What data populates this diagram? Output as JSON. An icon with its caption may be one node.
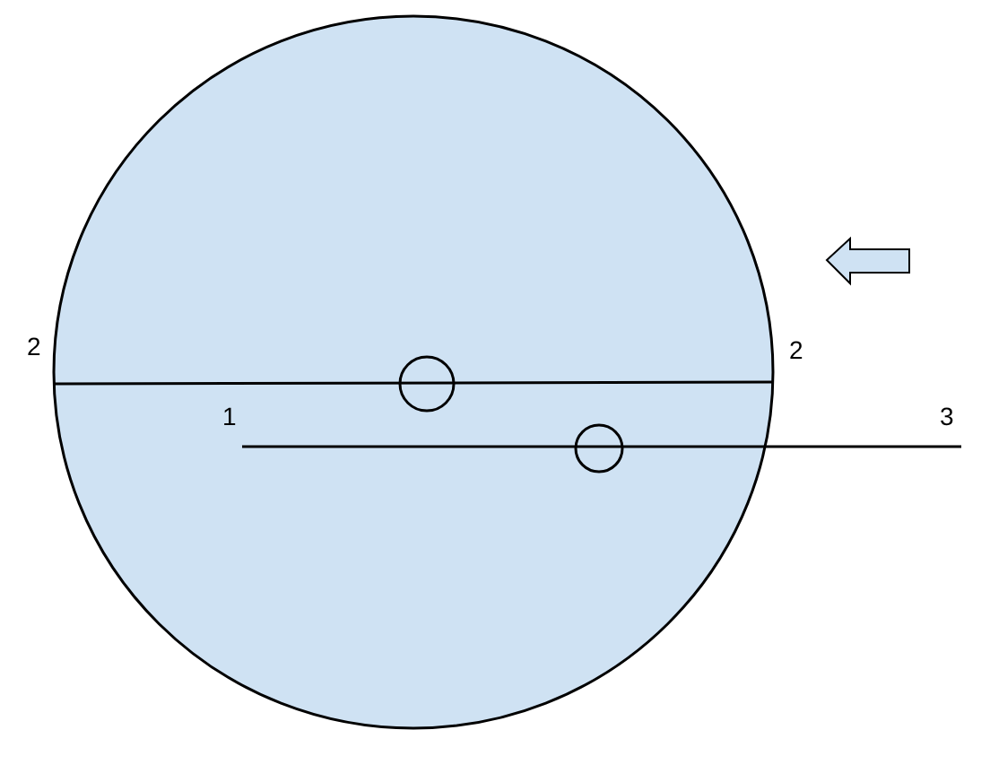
{
  "diagram": {
    "nodes": [
      {
        "text": [],
        "shape": "circle"
      }
    ],
    "labels": [
      "2",
      "2",
      "1",
      "3"
    ]
  }
}
